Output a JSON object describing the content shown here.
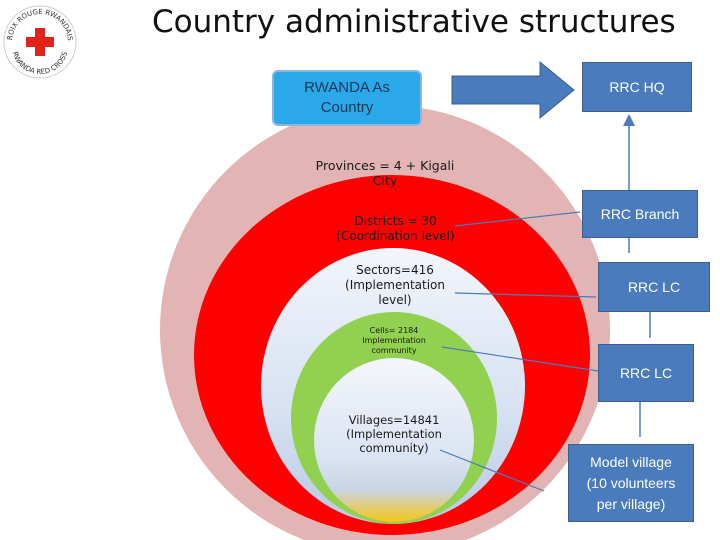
{
  "title": "Country administrative structures",
  "logo": {
    "top_text": "CROIX ROUGE RWANDAISE",
    "bottom_text": "RWANDA RED CROSS",
    "icon": "red-cross-icon"
  },
  "rwanda_box": {
    "line1": "RWANDA As",
    "line2": "Country"
  },
  "rrc_hq": "RRC HQ",
  "circles": {
    "provinces": {
      "line1": "Provinces = 4 + Kigali",
      "line2": "City"
    },
    "districts": {
      "line1": "Districts = 30",
      "line2": "(Coordination level)"
    },
    "sectors": {
      "line1": "Sectors=416",
      "line2": "(Implementation",
      "line3": "level)"
    },
    "cells": {
      "line1": "Cells= 2184",
      "line2": "Implementation",
      "line3": "community"
    },
    "villages": {
      "line1": "Villages=14841",
      "line2": "(Implementation",
      "line3": "community)"
    }
  },
  "rrc_branch": "RRC Branch",
  "rrc_lc_1": "RRC LC",
  "rrc_lc_2": "RRC LC",
  "model_village": {
    "line1": "Model village",
    "line2": "(10 volunteers",
    "line3": "per village)"
  },
  "colors": {
    "provinces": "#e3b4b4",
    "districts": "#ff0000",
    "sectors": "#dde7f5",
    "cells": "#92d050",
    "villages_top": "#eef2fa",
    "villages_bottom": "#f5c518",
    "rrc_box": "#4a7bbd",
    "rwanda_box": "#2aa8ea",
    "arrow": "#4a7bbd"
  }
}
